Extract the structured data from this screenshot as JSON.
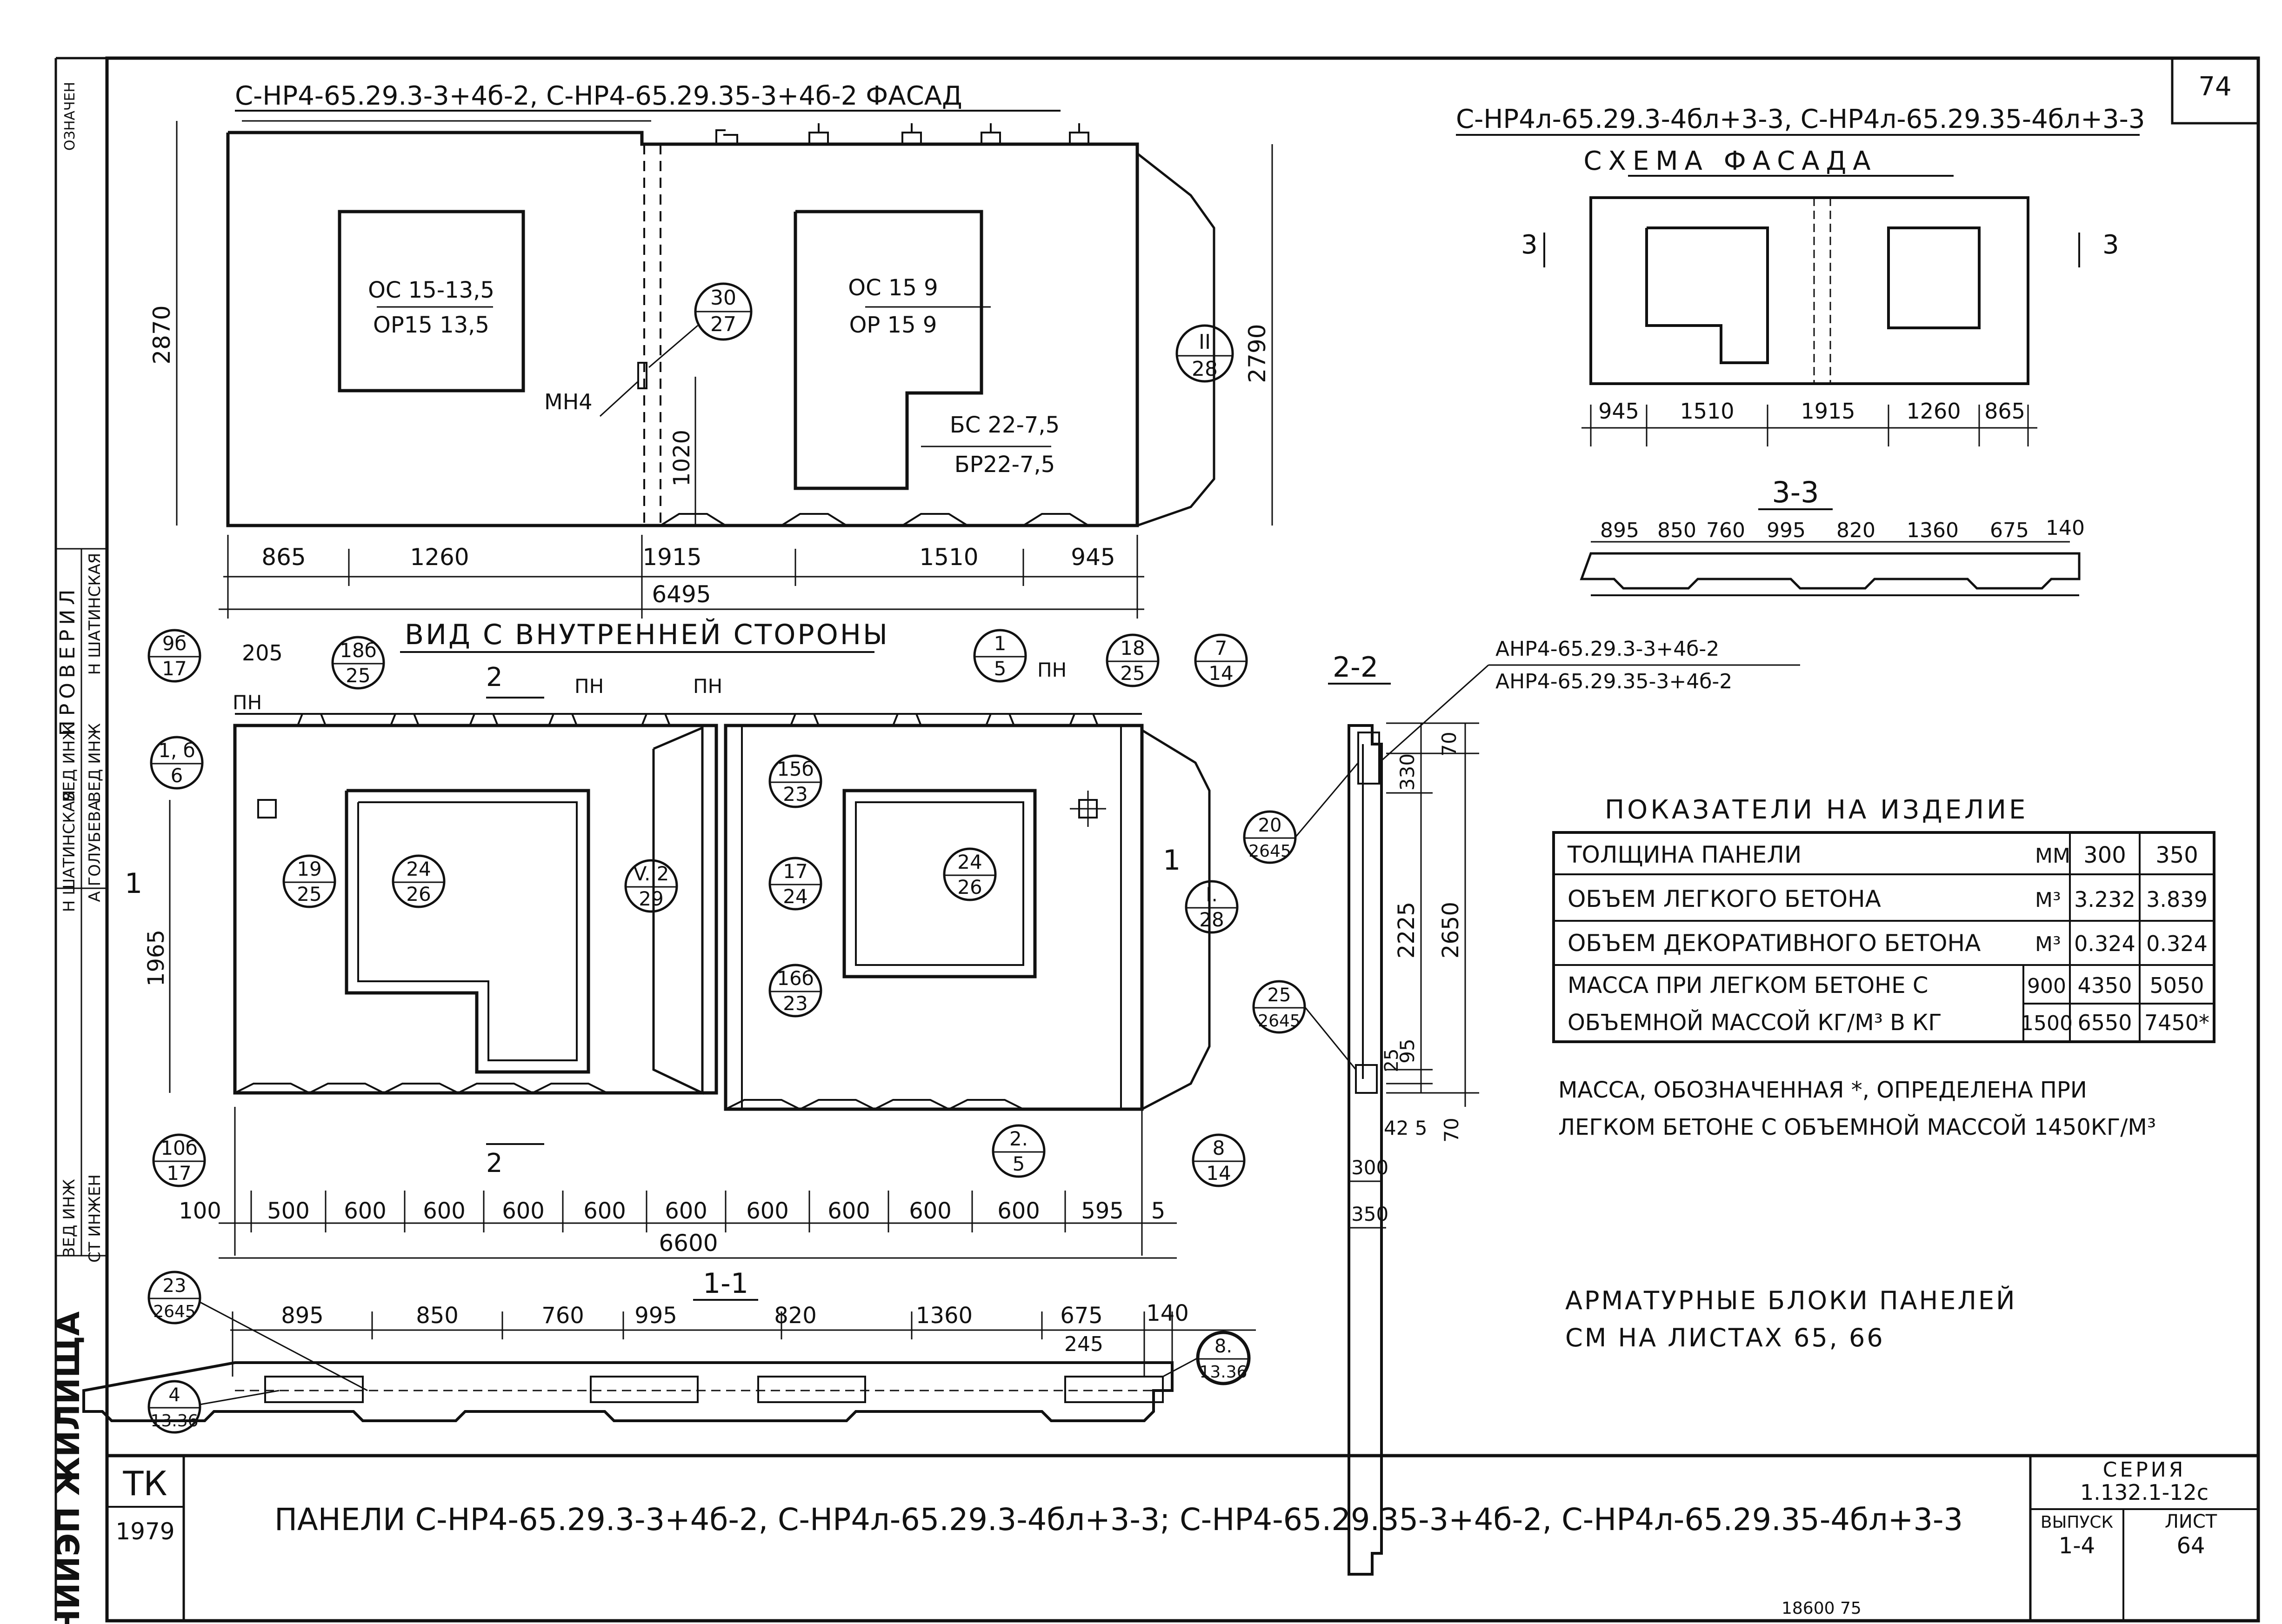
{
  "sheet_number": "74",
  "facade": {
    "title": "С-НР4-65.29.3-3+4б-2, С-НР4-65.29.35-3+4б-2 ФАСАД",
    "window_left_1": "ОС 15-13,5",
    "window_left_2": "ОР15 13,5",
    "window_right_1": "ОС 15 9",
    "window_right_2": "ОР 15 9",
    "door_1": "БС 22-7,5",
    "door_2": "БР22-7,5",
    "dim_height_left": "2870",
    "dim_height_right": "2790",
    "dim_1020": "1020",
    "mark_mn4": "МН4",
    "callout_top": "30",
    "callout_bot": "27",
    "callout_r_top": "II",
    "callout_r_bot": "28",
    "dims_bottom": [
      "865",
      "1260",
      "1915",
      "1510",
      "945"
    ],
    "dim_total": "6495"
  },
  "scheme": {
    "title": "С-НР4л-65.29.3-4бл+3-3, С-НР4л-65.29.35-4бл+3-3",
    "subtitle": "СХЕМА ФАСАДА",
    "section_mark": "3",
    "dims": [
      "945",
      "1510",
      "1915",
      "1260",
      "865"
    ],
    "section_title": "3-3",
    "section_dims": [
      "895",
      "850",
      "760",
      "995",
      "820",
      "1360",
      "675",
      "140"
    ]
  },
  "inner_view": {
    "title": "ВИД С ВНУТРЕННЕЙ СТОРОНЫ",
    "dim_205": "205",
    "pn": "ПН",
    "section_mark": "2",
    "mark_1": "1",
    "dim_1965": "1965",
    "callouts": [
      {
        "top": "9б",
        "bot": "17"
      },
      {
        "top": "18б",
        "bot": "25"
      },
      {
        "top": "1",
        "bot": "5"
      },
      {
        "top": "18",
        "bot": "25"
      },
      {
        "top": "7",
        "bot": "14"
      },
      {
        "top": "1, б",
        "bot": "6"
      },
      {
        "top": "19",
        "bot": "25"
      },
      {
        "top": "24",
        "bot": "26"
      },
      {
        "top": "V. 2",
        "bot": "29"
      },
      {
        "top": "15б",
        "bot": "23"
      },
      {
        "top": "17",
        "bot": "24"
      },
      {
        "top": "24",
        "bot": "26"
      },
      {
        "top": "I.",
        "bot": "28"
      },
      {
        "top": "16б",
        "bot": "23"
      },
      {
        "top": "10б",
        "bot": "17"
      },
      {
        "top": "2.",
        "bot": "5"
      },
      {
        "top": "8",
        "bot": "14"
      }
    ],
    "dims_bottom": [
      "100",
      "500",
      "600",
      "600",
      "600",
      "600",
      "600",
      "600",
      "600",
      "600",
      "600",
      "595",
      "5"
    ],
    "dim_total": "6600"
  },
  "section_2_2": {
    "title": "2-2",
    "label_1": "АНР4-65.29.3-3+4б-2",
    "label_2": "АНР4-65.29.35-3+4б-2",
    "dims_right": [
      "70",
      "330",
      "2225",
      "2650",
      "95",
      "25",
      "70"
    ],
    "dim_425": "42 5",
    "dim_300": "300",
    "dim_350": "350",
    "callout_20_top": "20",
    "callout_20_bot": "2645",
    "callout_25_top": "25",
    "callout_25_bot": "2645"
  },
  "indicators": {
    "title": "ПОКАЗАТЕЛИ НА ИЗДЕЛИЕ",
    "rows": [
      {
        "name": "ТОЛЩИНА ПАНЕЛИ",
        "unit": "ММ",
        "sub": "",
        "v300": "300",
        "v350": "350"
      },
      {
        "name": "ОБЪЕМ ЛЕГКОГО БЕТОНА",
        "unit": "М³",
        "sub": "",
        "v300": "3.232",
        "v350": "3.839"
      },
      {
        "name": "ОБЪЕМ ДЕКОРАТИВНОГО БЕТОНА",
        "unit": "М³",
        "sub": "",
        "v300": "0.324",
        "v350": "0.324"
      }
    ],
    "mass_label_1": "МАССА ПРИ ЛЕГКОМ БЕТОНЕ С",
    "mass_label_2": "ОБЪЕМНОЙ МАССОЙ КГ/М³ В КГ",
    "mass_rows": [
      {
        "density": "900",
        "v300": "4350",
        "v350": "5050"
      },
      {
        "density": "1500",
        "v300": "6550",
        "v350": "7450*"
      }
    ],
    "note_1": "МАССА, ОБОЗНАЧЕННАЯ *, ОПРЕДЕЛЕНА ПРИ",
    "note_2": "ЛЕГКОМ БЕТОНЕ С ОБЪЕМНОЙ МАССОЙ 1450КГ/М³"
  },
  "reinforcement_note_1": "АРМАТУРНЫЕ БЛОКИ ПАНЕЛЕЙ",
  "reinforcement_note_2": "СМ НА ЛИСТАХ 65, 66",
  "section_1_1": {
    "title": "1-1",
    "dims": [
      "895",
      "850",
      "760",
      "995",
      "820",
      "1360",
      "675",
      "140"
    ],
    "dim_245": "245",
    "callout_23_top": "23",
    "callout_23_bot": "2645",
    "callout_4_top": "4",
    "callout_4_bot": "13.36",
    "callout_8_top": "8.",
    "callout_8_bot": "13.36"
  },
  "side_stamp": {
    "org": "ЦНИИЭП ЖИЛИЩА",
    "roles": [
      "ВЕД ИНЖ",
      "СТ ИНЖЕН",
      "ВЕД ИНЖ",
      "ВЕД ИНЖ"
    ],
    "names": [
      "Н ШАТИНСКАЯ",
      "А ГОЛУБЕВА",
      "Н ШАТИНСКАЯ"
    ],
    "checked": "ПРОВЕРИЛ",
    "top_note": "ОЗНАЧЕН"
  },
  "title_block": {
    "tk": "ТК",
    "year": "1979",
    "title": "ПАНЕЛИ С-НР4-65.29.3-3+4б-2, С-НР4л-65.29.3-4бл+3-3; С-НР4-65.29.35-3+4б-2, С-НР4л-65.29.35-4бл+3-3",
    "series_label": "СЕРИЯ",
    "series": "1.132.1-12с",
    "issue_label": "ВЫПУСК",
    "issue": "1-4",
    "sheet_label": "ЛИСТ",
    "sheet": "64"
  },
  "footer_code": "18600 75"
}
